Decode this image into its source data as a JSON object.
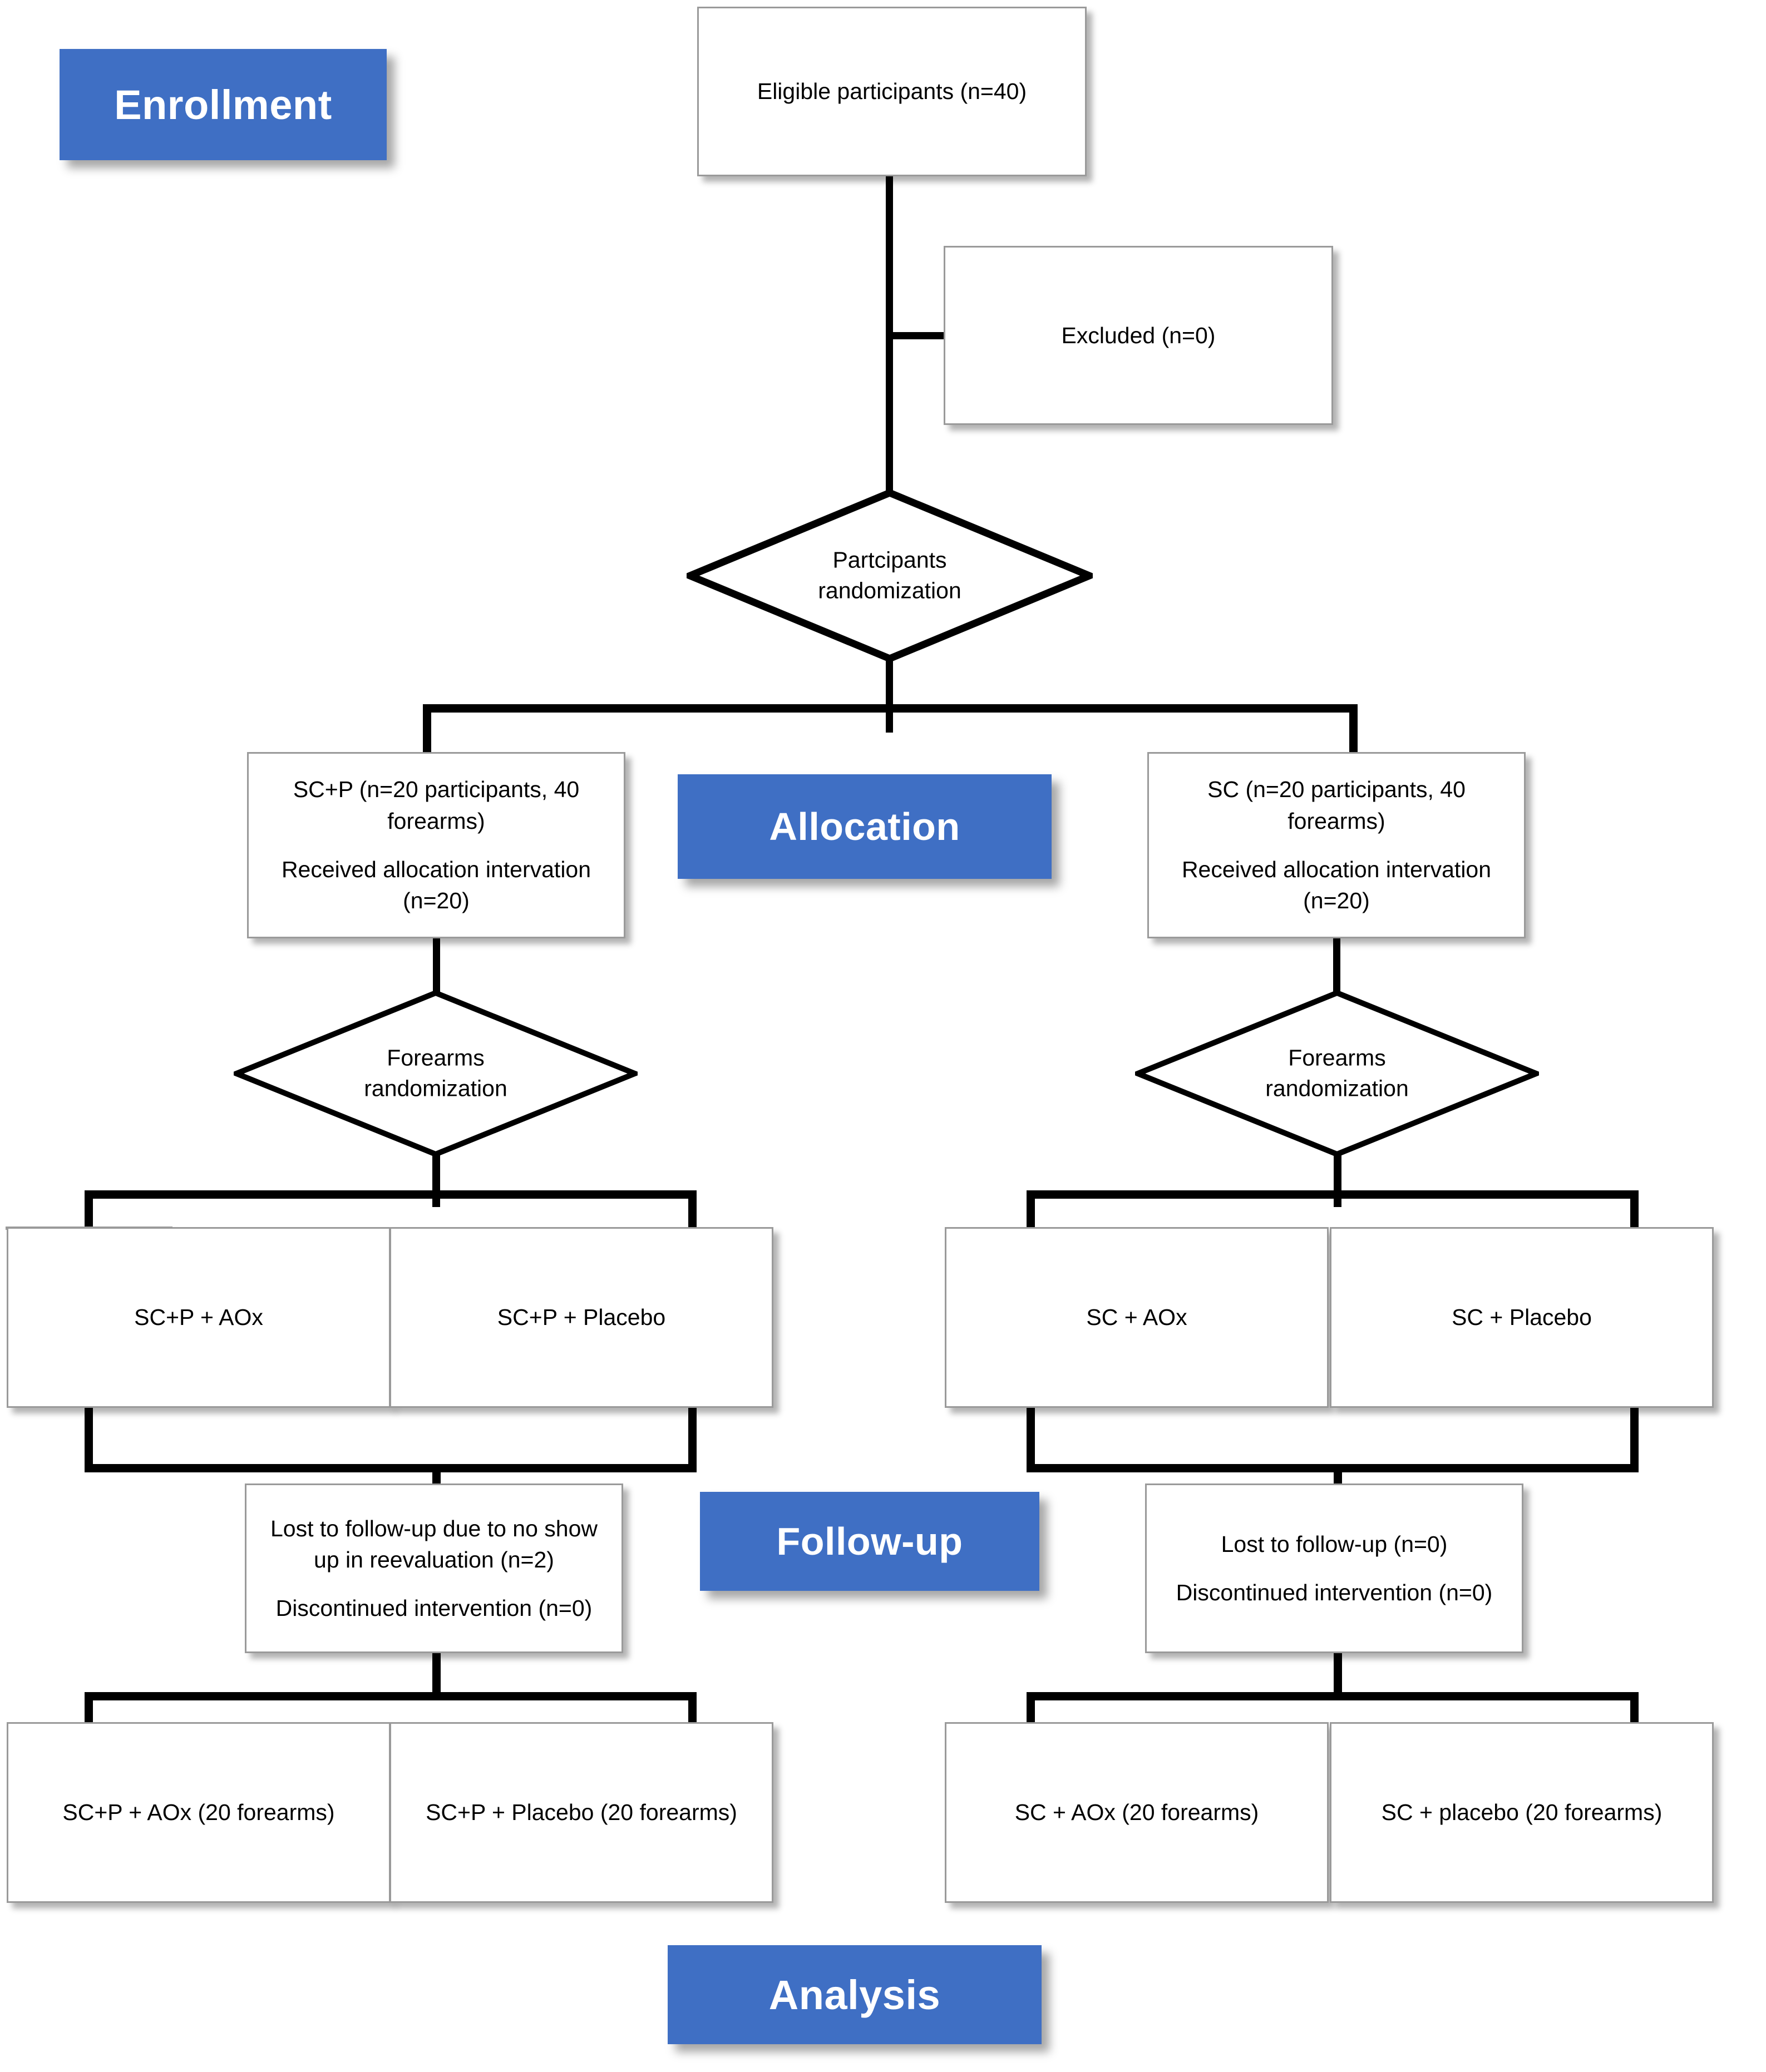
{
  "diagram": {
    "title": "CONSORT participant flow diagram",
    "accent_color": "#3F6FC4",
    "box_border_color": "#9A9A9A",
    "line_color": "#000000"
  },
  "stages": {
    "enrollment": "Enrollment",
    "allocation": "Allocation",
    "followup": "Follow-up",
    "analysis": "Analysis"
  },
  "enrollment": {
    "eligible": "Eligible participants (n=40)",
    "excluded": "Excluded (n=0)",
    "randomization_line1": "Partcipants",
    "randomization_line2": "randomization"
  },
  "allocation": {
    "left_line1": "SC+P (n=20 participants, 40 forearms)",
    "left_line2": "Received allocation intervation (n=20)",
    "right_line1": "SC (n=20 participants, 40 forearms)",
    "right_line2": "Received allocation intervation (n=20)",
    "forearm_rand_line1": "Forearms",
    "forearm_rand_line2": "randomization"
  },
  "arms": {
    "left_aox": "SC+P + AOx",
    "left_placebo": "SC+P + Placebo",
    "right_aox": "SC + AOx",
    "right_placebo": "SC + Placebo"
  },
  "followup": {
    "left_line1": "Lost to follow-up due to no show up in reevaluation (n=2)",
    "left_line2": "Discontinued intervention (n=0)",
    "right_line1": "Lost to follow-up (n=0)",
    "right_line2": "Discontinued intervention (n=0)"
  },
  "analysis": {
    "left_aox": "SC+P + AOx (20 forearms)",
    "left_placebo": "SC+P + Placebo (20 forearms)",
    "right_aox": "SC + AOx (20 forearms)",
    "right_placebo": "SC + placebo (20 forearms)"
  }
}
